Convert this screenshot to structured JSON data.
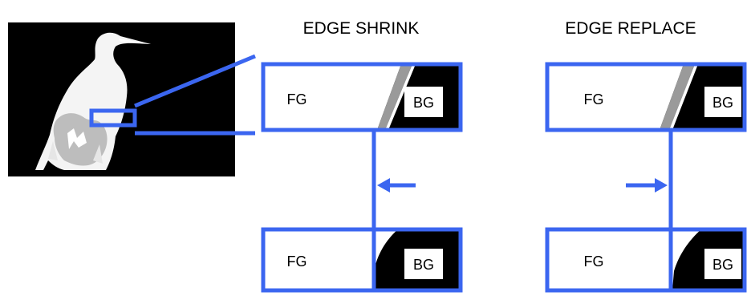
{
  "headings": {
    "left": "EDGE SHRINK",
    "right": "EDGE REPLACE"
  },
  "panels": {
    "shrink_before": {
      "fg": "FG",
      "bg": "BG"
    },
    "shrink_after": {
      "fg": "FG",
      "bg": "BG"
    },
    "replace_before": {
      "fg": "FG",
      "bg": "BG"
    },
    "replace_after": {
      "fg": "FG",
      "bg": "BG"
    }
  },
  "arrows": {
    "shrink": "arrow-left-icon",
    "replace": "arrow-right-icon"
  },
  "colors": {
    "accent": "#3b66f0",
    "background": "#000000",
    "foreground": "#ffffff",
    "edge": "#9a9a9a"
  }
}
